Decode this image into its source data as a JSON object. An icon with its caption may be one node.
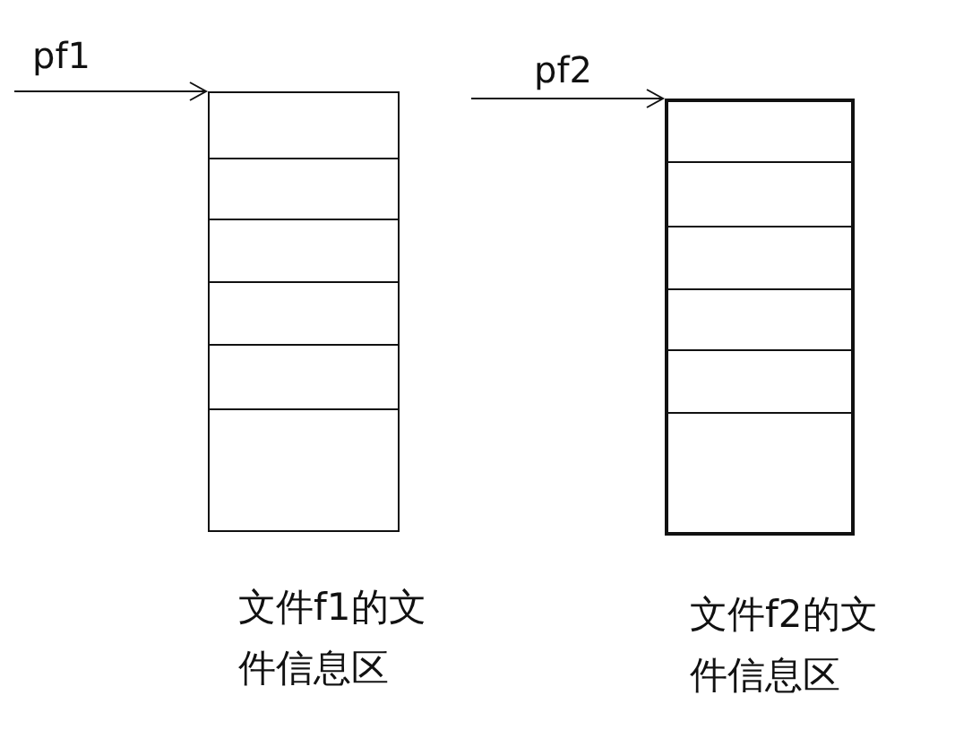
{
  "diagram": {
    "nodes": [
      {
        "text": [],
        "shape": "box",
        "beside": [
          "文件f1的文件信息区"
        ]
      },
      {
        "text": [],
        "shape": "box",
        "beside": [
          "文件f2的文件信息区"
        ]
      }
    ],
    "edges": [
      {
        "from": null,
        "to": 0,
        "arrow": "to",
        "label": "pf1"
      },
      {
        "from": null,
        "to": 1,
        "arrow": "to",
        "label": "pf2"
      }
    ]
  }
}
